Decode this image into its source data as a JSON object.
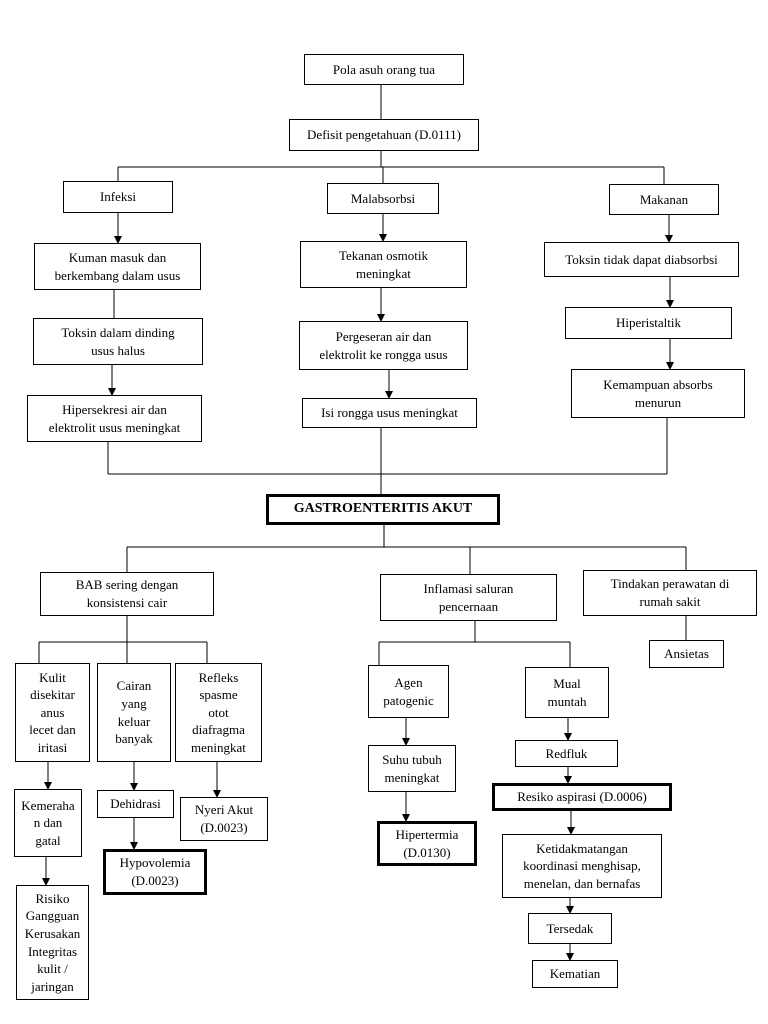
{
  "nodes": {
    "pola_asuh": "Pola asuh orang tua",
    "defisit": "Defisit pengetahuan (D.0111)",
    "infeksi": "Infeksi",
    "malabsorbsi": "Malabsorbsi",
    "makanan": "Makanan",
    "kuman": "Kuman masuk dan\nberkembang dalam usus",
    "toksin_dinding": "Toksin dalam dinding\nusus halus",
    "hipersekresi": "Hipersekresi air dan\nelektrolit usus meningkat",
    "tekanan": "Tekanan osmotik\nmeningkat",
    "pergeseran": "Pergeseran air dan\nelektrolit ke rongga usus",
    "isi_rongga": "Isi rongga usus meningkat",
    "toksin_tidak": "Toksin tidak dapat diabsorbsi",
    "hiperistaltik": "Hiperistaltik",
    "kemampuan": "Kemampuan absorbs\nmenurun",
    "gastro": "GASTROENTERITIS AKUT",
    "bab": "BAB sering dengan\nkonsistensi cair",
    "inflamasi": "Inflamasi saluran\npencernaan",
    "tindakan": "Tindakan perawatan di\nrumah sakit",
    "ansietas": "Ansietas",
    "kulit": "Kulit\ndisekitar\nanus\nlecet dan\niritasi",
    "cairan": "Cairan\nyang\nkeluar\nbanyak",
    "refleks": "Refleks\nspasme\notot\ndiafragma\nmeningkat",
    "kemerahan": "Kemeraha\nn dan\ngatal",
    "dehidrasi": "Dehidrasi",
    "nyeri": "Nyeri Akut\n(D.0023)",
    "hypovolemia": "Hypovolemia\n(D.0023)",
    "risiko_kulit": "Risiko\nGangguan\nKerusakan\nIntegritas\nkulit /\njaringan",
    "agen": "Agen\npatogenic",
    "mual": "Mual\nmuntah",
    "suhu": "Suhu tubuh\nmeningkat",
    "hipertermia": "Hipertermia\n(D.0130)",
    "redfluk": "Redfluk",
    "resiko_aspirasi": "Resiko aspirasi (D.0006)",
    "ketidakmatangan": "Ketidakmatangan\nkoordinasi menghisap,\nmenelan, dan bernafas",
    "tersedak": "Tersedak",
    "kematian": "Kematian"
  }
}
